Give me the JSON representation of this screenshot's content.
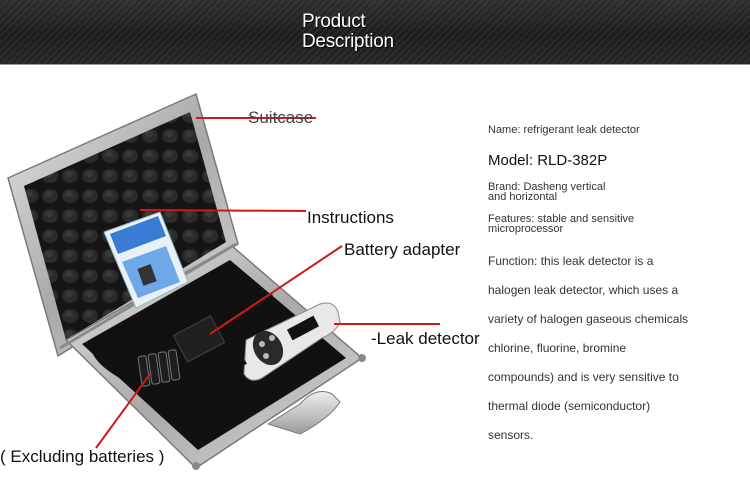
{
  "banner": {
    "line1": "Product",
    "line2": "Description"
  },
  "callouts": {
    "suitcase": "Suitcase",
    "instructions": "Instructions",
    "battery_adapter": "Battery adapter",
    "leak_detector": "-Leak detector",
    "excluding_batteries": "( Excluding batteries )"
  },
  "specs": {
    "name": "Name: refrigerant leak detector",
    "model": "Model: RLD-382P",
    "brand_1": "Brand: Dasheng vertical",
    "brand_2": "and horizontal",
    "features_1": "Features: stable and sensitive",
    "features_2": "microprocessor",
    "function_lines": [
      "Function: this leak detector is a",
      "halogen leak detector, which uses a",
      "variety of halogen gaseous chemicals",
      "chlorine, fluorine, bromine",
      "compounds) and is very sensitive to",
      "thermal diode (semiconductor)",
      "sensors."
    ]
  },
  "colors": {
    "banner_bg": "#222222",
    "callout_line": "#d01818",
    "case_frame": "#b8b8b8",
    "foam": "#141414"
  }
}
